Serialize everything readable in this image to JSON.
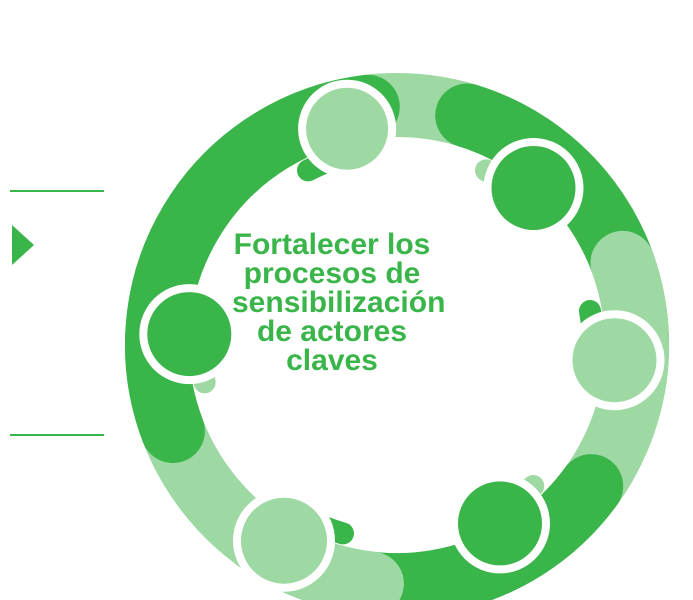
{
  "colors": {
    "dark": "#39b54a",
    "light": "#9ed9a4",
    "mid": "#7fcd8a"
  },
  "figures": [
    {
      "shade": "light"
    },
    {
      "shade": "dark"
    },
    {
      "shade": "light"
    },
    {
      "shade": "dark"
    },
    {
      "shade": "light"
    },
    {
      "shade": "dark"
    }
  ],
  "center_text": {
    "lines": [
      "Fortalecer los",
      "procesos de",
      "sensibilización",
      "de actores",
      "claves"
    ]
  }
}
